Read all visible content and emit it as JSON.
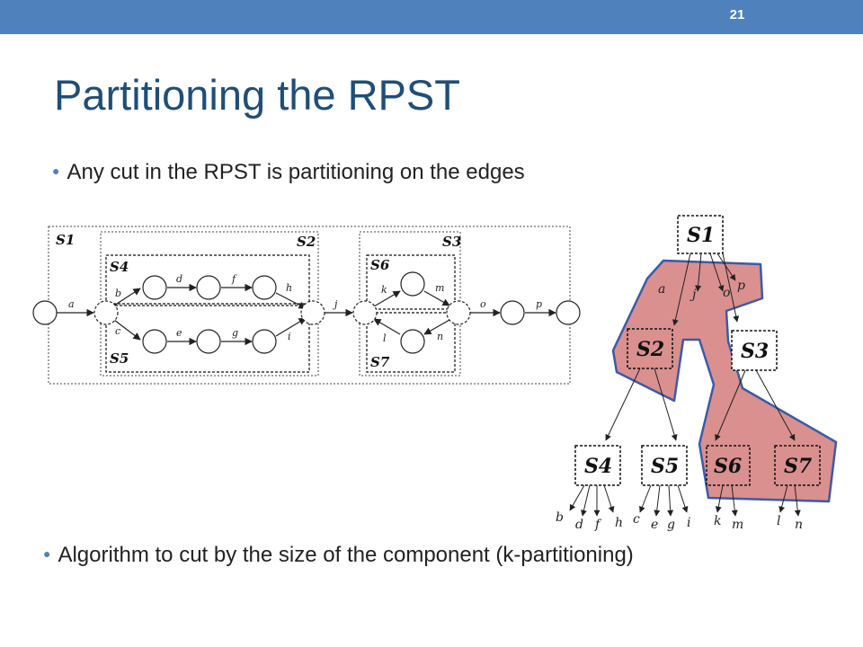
{
  "slide": {
    "number": "21",
    "title": "Partitioning the RPST",
    "bullets": [
      "Any cut in the RPST is partitioning on the edges",
      "Algorithm to cut by the size of the component (k-partitioning)"
    ]
  },
  "process_model": {
    "regions": {
      "s1": "S1",
      "s2": "S2",
      "s3": "S3",
      "s4": "S4",
      "s5": "S5",
      "s6": "S6",
      "s7": "S7"
    },
    "edges": {
      "a": "a",
      "b": "b",
      "c": "c",
      "d": "d",
      "e": "e",
      "f": "f",
      "g": "g",
      "h": "h",
      "i": "i",
      "j": "j",
      "k": "k",
      "l": "l",
      "m": "m",
      "n": "n",
      "o": "o",
      "p": "p"
    }
  },
  "rpst_tree": {
    "nodes": {
      "s1": "S1",
      "s2": "S2",
      "s3": "S3",
      "s4": "S4",
      "s5": "S5",
      "s6": "S6",
      "s7": "S7"
    },
    "edge_labels": {
      "a": "a",
      "j": "j",
      "o": "o",
      "p": "p",
      "b": "b",
      "d": "d",
      "f": "f",
      "h": "h",
      "c": "c",
      "e": "e",
      "g": "g",
      "i": "i",
      "k": "k",
      "m": "m",
      "l": "l",
      "n": "n"
    },
    "highlight_color": "#d9908f",
    "highlight_border": "#3a5ba8"
  }
}
